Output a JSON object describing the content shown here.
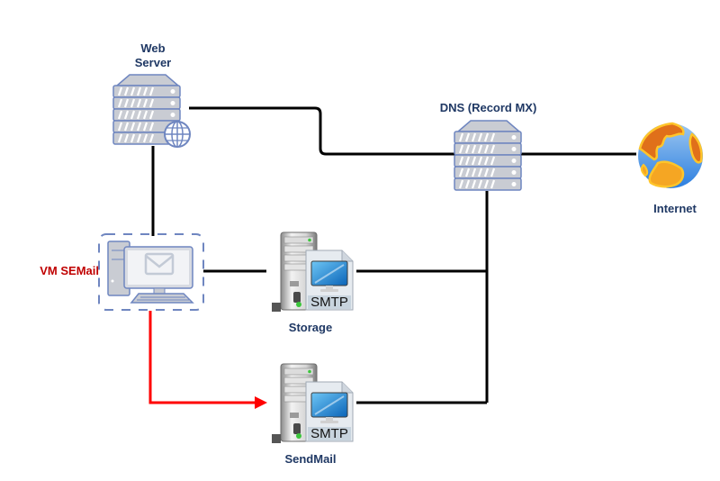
{
  "diagram": {
    "title": "SEMail network diagram",
    "nodes": [
      {
        "id": "web-server",
        "label_lines": [
          "Web",
          "Server"
        ],
        "icon": "server-globe-icon"
      },
      {
        "id": "dns",
        "label": "DNS (Record MX)",
        "icon": "server-rack-icon"
      },
      {
        "id": "internet",
        "label": "Internet",
        "icon": "globe-icon"
      },
      {
        "id": "vm-semail",
        "label": "VM SEMail",
        "icon": "computer-mail-icon",
        "label_color": "#c00000"
      },
      {
        "id": "storage",
        "label": "Storage",
        "icon": "smtp-server-icon",
        "badge": "SMTP"
      },
      {
        "id": "sendmail",
        "label": "SendMail",
        "icon": "smtp-server-icon",
        "badge": "SMTP"
      }
    ],
    "edges": [
      {
        "from": "web-server",
        "to": "dns",
        "style": "solid",
        "color": "#000000"
      },
      {
        "from": "dns",
        "to": "internet",
        "style": "solid",
        "color": "#000000"
      },
      {
        "from": "web-server",
        "to": "vm-semail",
        "style": "solid",
        "color": "#000000"
      },
      {
        "from": "vm-semail",
        "to": "storage",
        "style": "solid",
        "color": "#000000"
      },
      {
        "from": "storage",
        "to": "dns",
        "style": "solid",
        "color": "#000000"
      },
      {
        "from": "sendmail",
        "to": "dns",
        "style": "solid",
        "color": "#000000"
      },
      {
        "from": "vm-semail",
        "to": "sendmail",
        "style": "arrow",
        "color": "#ff0000"
      }
    ],
    "colors": {
      "label_text": "#1f3864",
      "vm_label": "#c00000",
      "server_outline": "#6f86c0",
      "server_fill": "#c9ccd3",
      "arrow": "#ff0000",
      "connector": "#000000"
    }
  }
}
